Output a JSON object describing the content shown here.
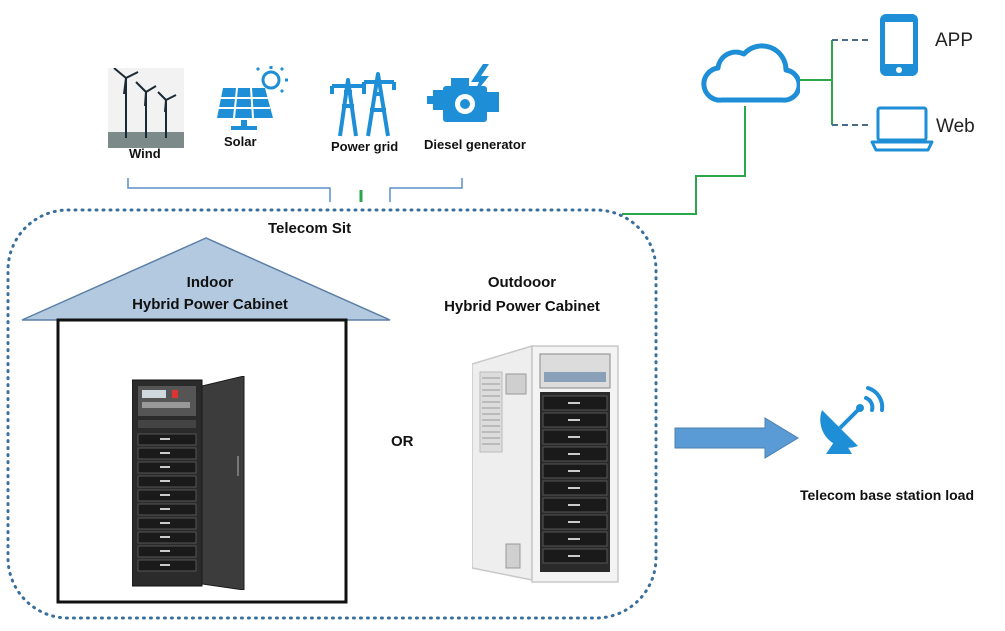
{
  "sources": {
    "wind": "Wind",
    "solar": "Solar",
    "grid": "Power grid",
    "diesel": "Diesel generator"
  },
  "site": {
    "title": "Telecom Sit"
  },
  "indoor": {
    "line1": "Indoor",
    "line2": "Hybrid Power Cabinet"
  },
  "separator": "OR",
  "outdoor": {
    "line1": "Outdooor",
    "line2": "Hybrid Power Cabinet"
  },
  "load": {
    "label": "Telecom base station load"
  },
  "remote": {
    "app": "APP",
    "web": "Web"
  },
  "colors": {
    "icon_blue": "#1e8fd6",
    "dotted_border": "#3a6f9c",
    "link_green": "#2ca64b",
    "source_line": "#5b8fc7",
    "roof": "#b3c9e0",
    "arrow": "#5b9bd5"
  },
  "icons": [
    "wind-turbine-icon",
    "solar-panel-icon",
    "power-tower-icon",
    "diesel-generator-icon",
    "cloud-icon",
    "phone-icon",
    "laptop-icon",
    "satellite-dish-icon"
  ]
}
